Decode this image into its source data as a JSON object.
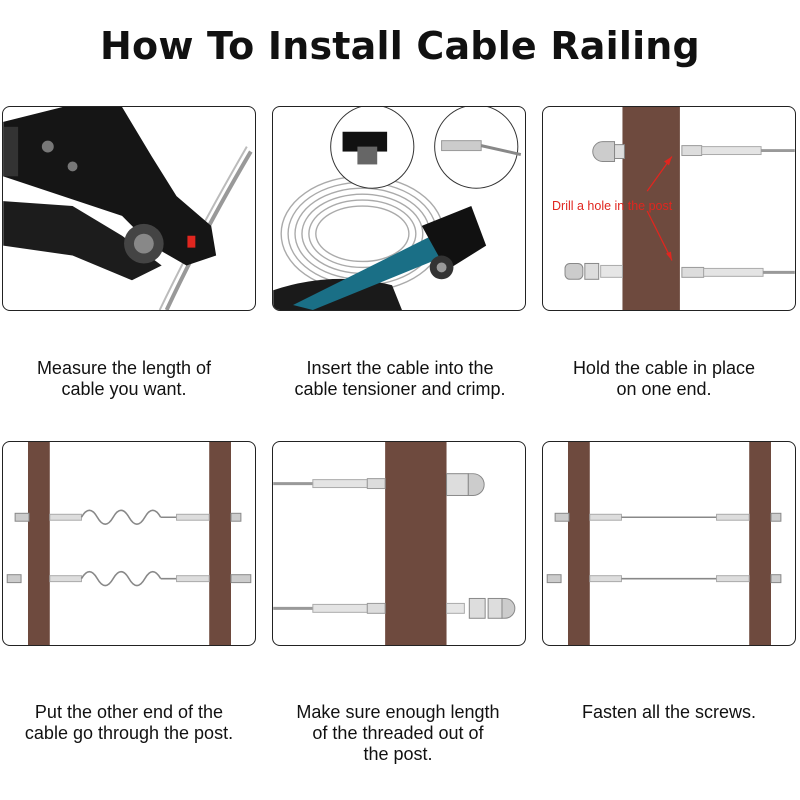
{
  "title": "How To Install Cable Railing",
  "steps": [
    {
      "caption_lines": [
        "Measure the length of",
        "cable you want."
      ]
    },
    {
      "caption_lines": [
        "Insert the cable into the",
        "cable tensioner and crimp."
      ]
    },
    {
      "caption_lines": [
        "Hold the cable in place",
        "on one end."
      ],
      "callout": "Drill a hole in the post"
    },
    {
      "caption_lines": [
        "Put the other end of the",
        "cable go through the post."
      ]
    },
    {
      "caption_lines": [
        "Make sure enough length",
        "of the threaded out of",
        "the post."
      ]
    },
    {
      "caption_lines": [
        "Fasten all the screws."
      ]
    }
  ],
  "colors": {
    "post": "#6e4a3e",
    "callout": "#e0261f",
    "cutter_handle": "#1a6f86",
    "cutter_body": "#111111",
    "cable": "#9a9a9a"
  }
}
